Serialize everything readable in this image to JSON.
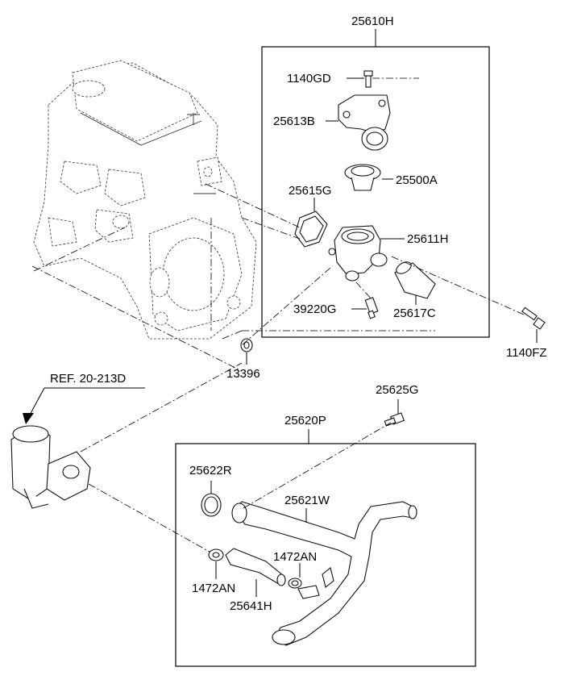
{
  "labels": {
    "p25610H": "25610H",
    "p1140GD": "1140GD",
    "p25613B": "25613B",
    "p25500A": "25500A",
    "p25615G": "25615G",
    "p25611H": "25611H",
    "p39220G": "39220G",
    "p25617C": "25617C",
    "p1140FZ": "1140FZ",
    "p13396": "13396",
    "ref": "REF. 20-213D",
    "p25625G": "25625G",
    "p25620P": "25620P",
    "p25622R": "25622R",
    "p25621W": "25621W",
    "p1472AN_a": "1472AN",
    "p1472AN_b": "1472AN",
    "p25641H": "25641H"
  }
}
